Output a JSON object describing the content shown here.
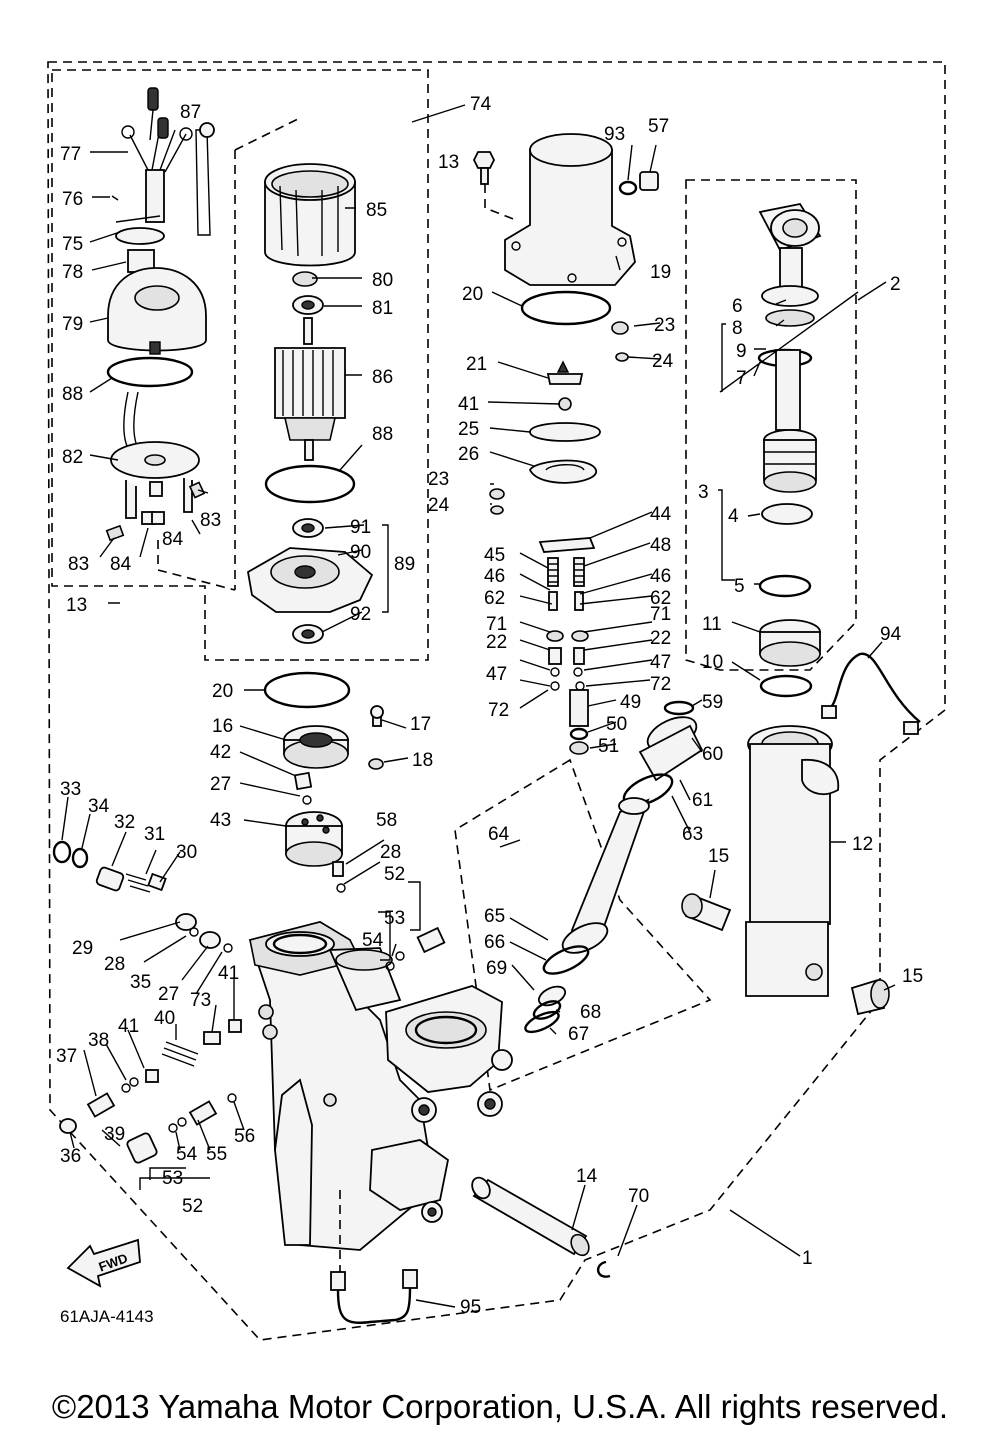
{
  "diagram_code": "61AJA-4143",
  "fwd_label": "FWD",
  "copyright": "©2013 Yamaha Motor Corporation, U.S.A. All rights reserved.",
  "callouts": [
    {
      "id": "c87",
      "text": "87"
    },
    {
      "id": "c74",
      "text": "74"
    },
    {
      "id": "c77",
      "text": "77"
    },
    {
      "id": "c76",
      "text": "76"
    },
    {
      "id": "c75",
      "text": "75"
    },
    {
      "id": "c78",
      "text": "78"
    },
    {
      "id": "c79",
      "text": "79"
    },
    {
      "id": "c88a",
      "text": "88"
    },
    {
      "id": "c82",
      "text": "82"
    },
    {
      "id": "c83a",
      "text": "83"
    },
    {
      "id": "c83b",
      "text": "83"
    },
    {
      "id": "c84a",
      "text": "84"
    },
    {
      "id": "c84b",
      "text": "84"
    },
    {
      "id": "c85",
      "text": "85"
    },
    {
      "id": "c80",
      "text": "80"
    },
    {
      "id": "c81",
      "text": "81"
    },
    {
      "id": "c86",
      "text": "86"
    },
    {
      "id": "c88b",
      "text": "88"
    },
    {
      "id": "c91",
      "text": "91"
    },
    {
      "id": "c90",
      "text": "90"
    },
    {
      "id": "c89",
      "text": "89"
    },
    {
      "id": "c92",
      "text": "92"
    },
    {
      "id": "c13a",
      "text": "13"
    },
    {
      "id": "c13b",
      "text": "13"
    },
    {
      "id": "c93",
      "text": "93"
    },
    {
      "id": "c57",
      "text": "57"
    },
    {
      "id": "c19",
      "text": "19"
    },
    {
      "id": "c20a",
      "text": "20"
    },
    {
      "id": "c23a",
      "text": "23"
    },
    {
      "id": "c24a",
      "text": "24"
    },
    {
      "id": "c21",
      "text": "21"
    },
    {
      "id": "c41a",
      "text": "41"
    },
    {
      "id": "c25",
      "text": "25"
    },
    {
      "id": "c26",
      "text": "26"
    },
    {
      "id": "c23b",
      "text": "23"
    },
    {
      "id": "c24b",
      "text": "24"
    },
    {
      "id": "c44",
      "text": "44"
    },
    {
      "id": "c45",
      "text": "45"
    },
    {
      "id": "c48",
      "text": "48"
    },
    {
      "id": "c46a",
      "text": "46"
    },
    {
      "id": "c46b",
      "text": "46"
    },
    {
      "id": "c62a",
      "text": "62"
    },
    {
      "id": "c62b",
      "text": "62"
    },
    {
      "id": "c71a",
      "text": "71"
    },
    {
      "id": "c71b",
      "text": "71"
    },
    {
      "id": "c22a",
      "text": "22"
    },
    {
      "id": "c22b",
      "text": "22"
    },
    {
      "id": "c47a",
      "text": "47"
    },
    {
      "id": "c47b",
      "text": "47"
    },
    {
      "id": "c72a",
      "text": "72"
    },
    {
      "id": "c72b",
      "text": "72"
    },
    {
      "id": "c49",
      "text": "49"
    },
    {
      "id": "c50",
      "text": "50"
    },
    {
      "id": "c51",
      "text": "51"
    },
    {
      "id": "c2",
      "text": "2"
    },
    {
      "id": "c6",
      "text": "6"
    },
    {
      "id": "c8",
      "text": "8"
    },
    {
      "id": "c9",
      "text": "9"
    },
    {
      "id": "c7",
      "text": "7"
    },
    {
      "id": "c3",
      "text": "3"
    },
    {
      "id": "c4",
      "text": "4"
    },
    {
      "id": "c5",
      "text": "5"
    },
    {
      "id": "c11",
      "text": "11"
    },
    {
      "id": "c10",
      "text": "10"
    },
    {
      "id": "c94",
      "text": "94"
    },
    {
      "id": "c59",
      "text": "59"
    },
    {
      "id": "c60",
      "text": "60"
    },
    {
      "id": "c61",
      "text": "61"
    },
    {
      "id": "c63",
      "text": "63"
    },
    {
      "id": "c12",
      "text": "12"
    },
    {
      "id": "c15a",
      "text": "15"
    },
    {
      "id": "c15b",
      "text": "15"
    },
    {
      "id": "c20b",
      "text": "20"
    },
    {
      "id": "c16",
      "text": "16"
    },
    {
      "id": "c17",
      "text": "17"
    },
    {
      "id": "c42",
      "text": "42"
    },
    {
      "id": "c18",
      "text": "18"
    },
    {
      "id": "c27a",
      "text": "27"
    },
    {
      "id": "c43",
      "text": "43"
    },
    {
      "id": "c33",
      "text": "33"
    },
    {
      "id": "c34",
      "text": "34"
    },
    {
      "id": "c32",
      "text": "32"
    },
    {
      "id": "c31",
      "text": "31"
    },
    {
      "id": "c30",
      "text": "30"
    },
    {
      "id": "c58",
      "text": "58"
    },
    {
      "id": "c28a",
      "text": "28"
    },
    {
      "id": "c52a",
      "text": "52"
    },
    {
      "id": "c53a",
      "text": "53"
    },
    {
      "id": "c54a",
      "text": "54"
    },
    {
      "id": "c29",
      "text": "29"
    },
    {
      "id": "c28b",
      "text": "28"
    },
    {
      "id": "c35",
      "text": "35"
    },
    {
      "id": "c27b",
      "text": "27"
    },
    {
      "id": "c41b",
      "text": "41"
    },
    {
      "id": "c73",
      "text": "73"
    },
    {
      "id": "c40",
      "text": "40"
    },
    {
      "id": "c41c",
      "text": "41"
    },
    {
      "id": "c38",
      "text": "38"
    },
    {
      "id": "c37",
      "text": "37"
    },
    {
      "id": "c39",
      "text": "39"
    },
    {
      "id": "c36",
      "text": "36"
    },
    {
      "id": "c54b",
      "text": "54"
    },
    {
      "id": "c55",
      "text": "55"
    },
    {
      "id": "c56",
      "text": "56"
    },
    {
      "id": "c53b",
      "text": "53"
    },
    {
      "id": "c52b",
      "text": "52"
    },
    {
      "id": "c64",
      "text": "64"
    },
    {
      "id": "c65",
      "text": "65"
    },
    {
      "id": "c66",
      "text": "66"
    },
    {
      "id": "c69",
      "text": "69"
    },
    {
      "id": "c68",
      "text": "68"
    },
    {
      "id": "c67",
      "text": "67"
    },
    {
      "id": "c14",
      "text": "14"
    },
    {
      "id": "c70",
      "text": "70"
    },
    {
      "id": "c1",
      "text": "1"
    },
    {
      "id": "c95",
      "text": "95"
    }
  ]
}
